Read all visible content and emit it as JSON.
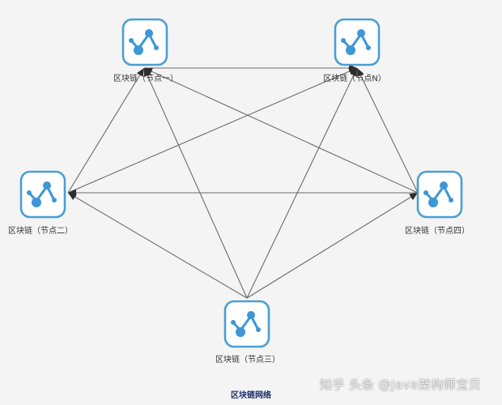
{
  "colors": {
    "edge": "#6b6b6b",
    "arrowhead": "#2e2e2e",
    "node_border": "#4a9fd4",
    "node_fill": "#ffffff",
    "node_glyph": "#3d97d6"
  },
  "icons": {
    "node": "blockchain-trend-icon"
  },
  "nodes": [
    {
      "id": "n1",
      "label": "区块链（节点一）"
    },
    {
      "id": "nN",
      "label": "区块链（节点N）"
    },
    {
      "id": "n2",
      "label": "区块链（节点二）"
    },
    {
      "id": "n4",
      "label": "区块链（节点四）"
    },
    {
      "id": "n3",
      "label": "区块链（节点三）"
    }
  ],
  "edges": [
    {
      "from": "n1",
      "to": "nN"
    },
    {
      "from": "n2",
      "to": "n1"
    },
    {
      "from": "n2",
      "to": "nN"
    },
    {
      "from": "n4",
      "to": "n2"
    },
    {
      "from": "n4",
      "to": "n1"
    },
    {
      "from": "n4",
      "to": "nN"
    },
    {
      "from": "n3",
      "to": "n1"
    },
    {
      "from": "n3",
      "to": "nN"
    },
    {
      "from": "n3",
      "to": "n2"
    },
    {
      "from": "n3",
      "to": "n4"
    }
  ],
  "caption": "区块链网络",
  "watermark": "知乎 头条 @Java架构师宝贝"
}
